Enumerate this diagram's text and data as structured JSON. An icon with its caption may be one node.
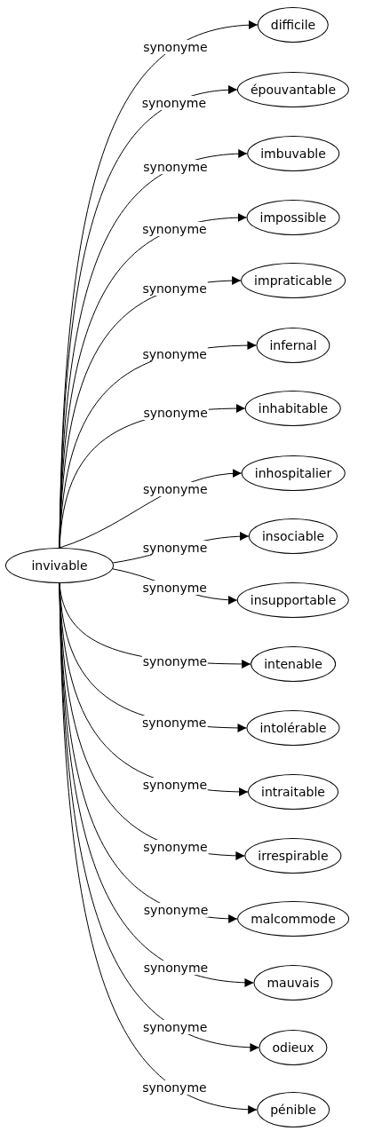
{
  "diagram": {
    "nodes": [
      {
        "text": [
          "invivable"
        ]
      },
      {
        "text": [
          "difficile"
        ]
      },
      {
        "text": [
          "épouvantable"
        ]
      },
      {
        "text": [
          "imbuvable"
        ]
      },
      {
        "text": [
          "impossible"
        ]
      },
      {
        "text": [
          "impraticable"
        ]
      },
      {
        "text": [
          "infernal"
        ]
      },
      {
        "text": [
          "inhabitable"
        ]
      },
      {
        "text": [
          "inhospitalier"
        ]
      },
      {
        "text": [
          "insociable"
        ]
      },
      {
        "text": [
          "insupportable"
        ]
      },
      {
        "text": [
          "intenable"
        ]
      },
      {
        "text": [
          "intolérable"
        ]
      },
      {
        "text": [
          "intraitable"
        ]
      },
      {
        "text": [
          "irrespirable"
        ]
      },
      {
        "text": [
          "malcommode"
        ]
      },
      {
        "text": [
          "mauvais"
        ]
      },
      {
        "text": [
          "odieux"
        ]
      },
      {
        "text": [
          "pénible"
        ]
      }
    ],
    "edges": [
      {
        "from": 0,
        "to": 1,
        "arrow": "to",
        "label": "synonyme"
      },
      {
        "from": 0,
        "to": 2,
        "arrow": "to",
        "label": "synonyme"
      },
      {
        "from": 0,
        "to": 3,
        "arrow": "to",
        "label": "synonyme"
      },
      {
        "from": 0,
        "to": 4,
        "arrow": "to",
        "label": "synonyme"
      },
      {
        "from": 0,
        "to": 5,
        "arrow": "to",
        "label": "synonyme"
      },
      {
        "from": 0,
        "to": 6,
        "arrow": "to",
        "label": "synonyme"
      },
      {
        "from": 0,
        "to": 7,
        "arrow": "to",
        "label": "synonyme"
      },
      {
        "from": 0,
        "to": 8,
        "arrow": "to",
        "label": "synonyme"
      },
      {
        "from": 0,
        "to": 9,
        "arrow": "to",
        "label": "synonyme"
      },
      {
        "from": 0,
        "to": 10,
        "arrow": "to",
        "label": "synonyme"
      },
      {
        "from": 0,
        "to": 11,
        "arrow": "to",
        "label": "synonyme"
      },
      {
        "from": 0,
        "to": 12,
        "arrow": "to",
        "label": "synonyme"
      },
      {
        "from": 0,
        "to": 13,
        "arrow": "to",
        "label": "synonyme"
      },
      {
        "from": 0,
        "to": 14,
        "arrow": "to",
        "label": "synonyme"
      },
      {
        "from": 0,
        "to": 15,
        "arrow": "to",
        "label": "synonyme"
      },
      {
        "from": 0,
        "to": 16,
        "arrow": "to",
        "label": "synonyme"
      },
      {
        "from": 0,
        "to": 17,
        "arrow": "to",
        "label": "synonyme"
      },
      {
        "from": 0,
        "to": 18,
        "arrow": "to",
        "label": "synonyme"
      }
    ]
  }
}
